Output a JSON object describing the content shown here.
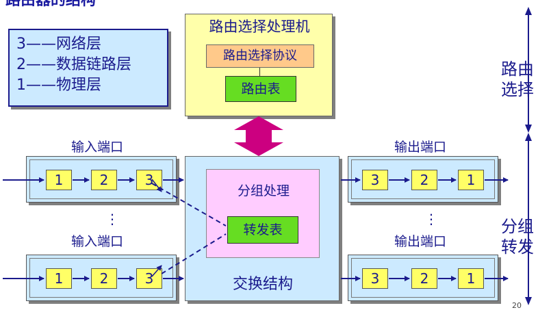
{
  "top_title": "路由器的结构",
  "legend": [
    "3——网络层",
    "2——数据链路层",
    "1——物理层"
  ],
  "routing_processor": {
    "title": "路由选择处理机",
    "protocol": "路由选择协议",
    "table": "路由表"
  },
  "input_port_label": "输入端口",
  "output_port_label": "输出端口",
  "input_cells": [
    "1",
    "2",
    "3"
  ],
  "output_cells": [
    "3",
    "2",
    "1"
  ],
  "dots": "⋮",
  "switch_fabric": {
    "title": "交换结构",
    "packet_processing": "分组处理",
    "forwarding_table": "转发表"
  },
  "side_labels": {
    "routing": [
      "路由",
      "选择"
    ],
    "forwarding": [
      "分组",
      "转发"
    ]
  },
  "page_number": "20",
  "colors": {
    "text": "#1a1a8c",
    "arrow": "#1a1a8c",
    "double_arrow": "#cc0080",
    "port_bg": "#cceaff",
    "cell_bg": "#ffff66",
    "table_bg": "#66dd22"
  }
}
